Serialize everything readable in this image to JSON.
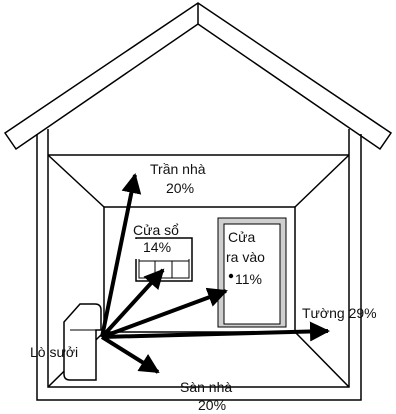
{
  "labels": {
    "ceiling_line1": "Trần nhà",
    "ceiling_line2": "20%",
    "window_line1": "Cửa sổ",
    "window_line2": "14%",
    "door_line1": "Cửa",
    "door_line2": "ra vào",
    "door_line3": "11%",
    "walls": "Tường 29%",
    "heater": "Lò sưởi",
    "floor_line1": "Sàn nhà",
    "floor_line2": "20%"
  }
}
